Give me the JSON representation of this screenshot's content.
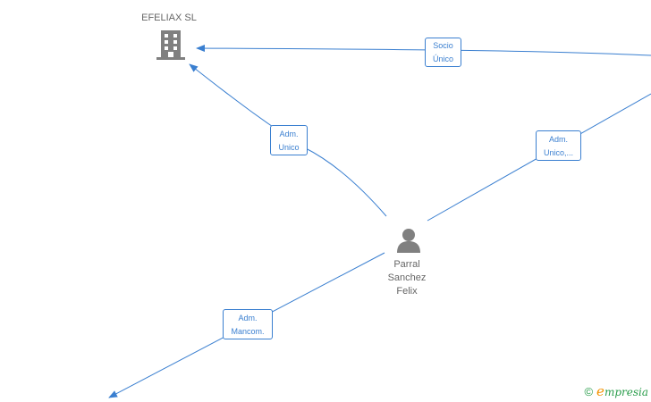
{
  "nodes": {
    "company": {
      "name": "EFELIAX SL",
      "icon": "building-icon"
    },
    "person": {
      "name_lines": [
        "Parral",
        "Sanchez",
        "Felix"
      ],
      "icon": "person-icon"
    }
  },
  "edges": {
    "socio_unico": {
      "lines": [
        "Socio",
        "Único"
      ]
    },
    "adm_unico_left": {
      "lines": [
        "Adm.",
        "Unico"
      ]
    },
    "adm_unico_right": {
      "lines": [
        "Adm.",
        "Unico,..."
      ]
    },
    "adm_mancom": {
      "lines": [
        "Adm.",
        "Mancom."
      ]
    }
  },
  "watermark": {
    "copyright": "©",
    "initial": "e",
    "rest": "mpresia"
  },
  "colors": {
    "edge": "#3a7fd0",
    "icon": "#808080",
    "text": "#666666"
  }
}
